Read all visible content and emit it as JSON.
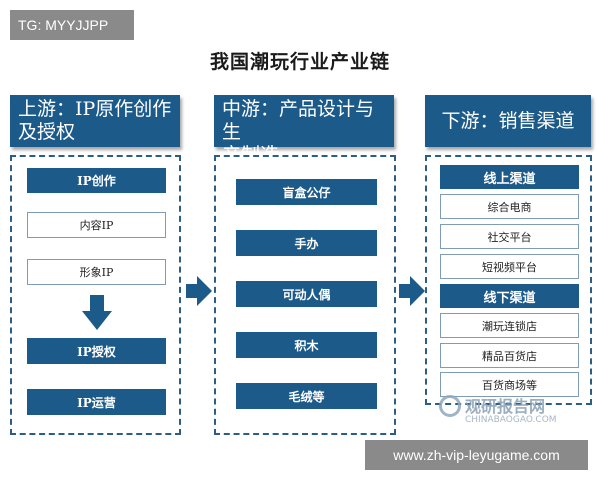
{
  "top_tag": "TG: MYYJJPP",
  "title": "我国潮玩行业产业链",
  "columns": {
    "upstream": {
      "header_line1": "上游：IP原作创作",
      "header_line2": "及授权",
      "ip_create": "IP创作",
      "content_ip": "内容IP",
      "image_ip": "形象IP",
      "ip_license": "IP授权",
      "ip_operation": "IP运营"
    },
    "midstream": {
      "header_line1": "中游：产品设计与生",
      "header_line2": "产制造",
      "items": [
        "盲盒公仔",
        "手办",
        "可动人偶",
        "积木",
        "毛绒等"
      ]
    },
    "downstream": {
      "header": "下游：销售渠道",
      "online_title": "线上渠道",
      "online_items": [
        "综合电商",
        "社交平台",
        "短视频平台"
      ],
      "offline_title": "线下渠道",
      "offline_items": [
        "潮玩连锁店",
        "精品百货店",
        "百货商场等"
      ]
    }
  },
  "watermark": {
    "main": "观研报告网",
    "sub": "CHINABAOGAO.COM"
  },
  "bottom_url": "www.zh-vip-leyugame.com"
}
